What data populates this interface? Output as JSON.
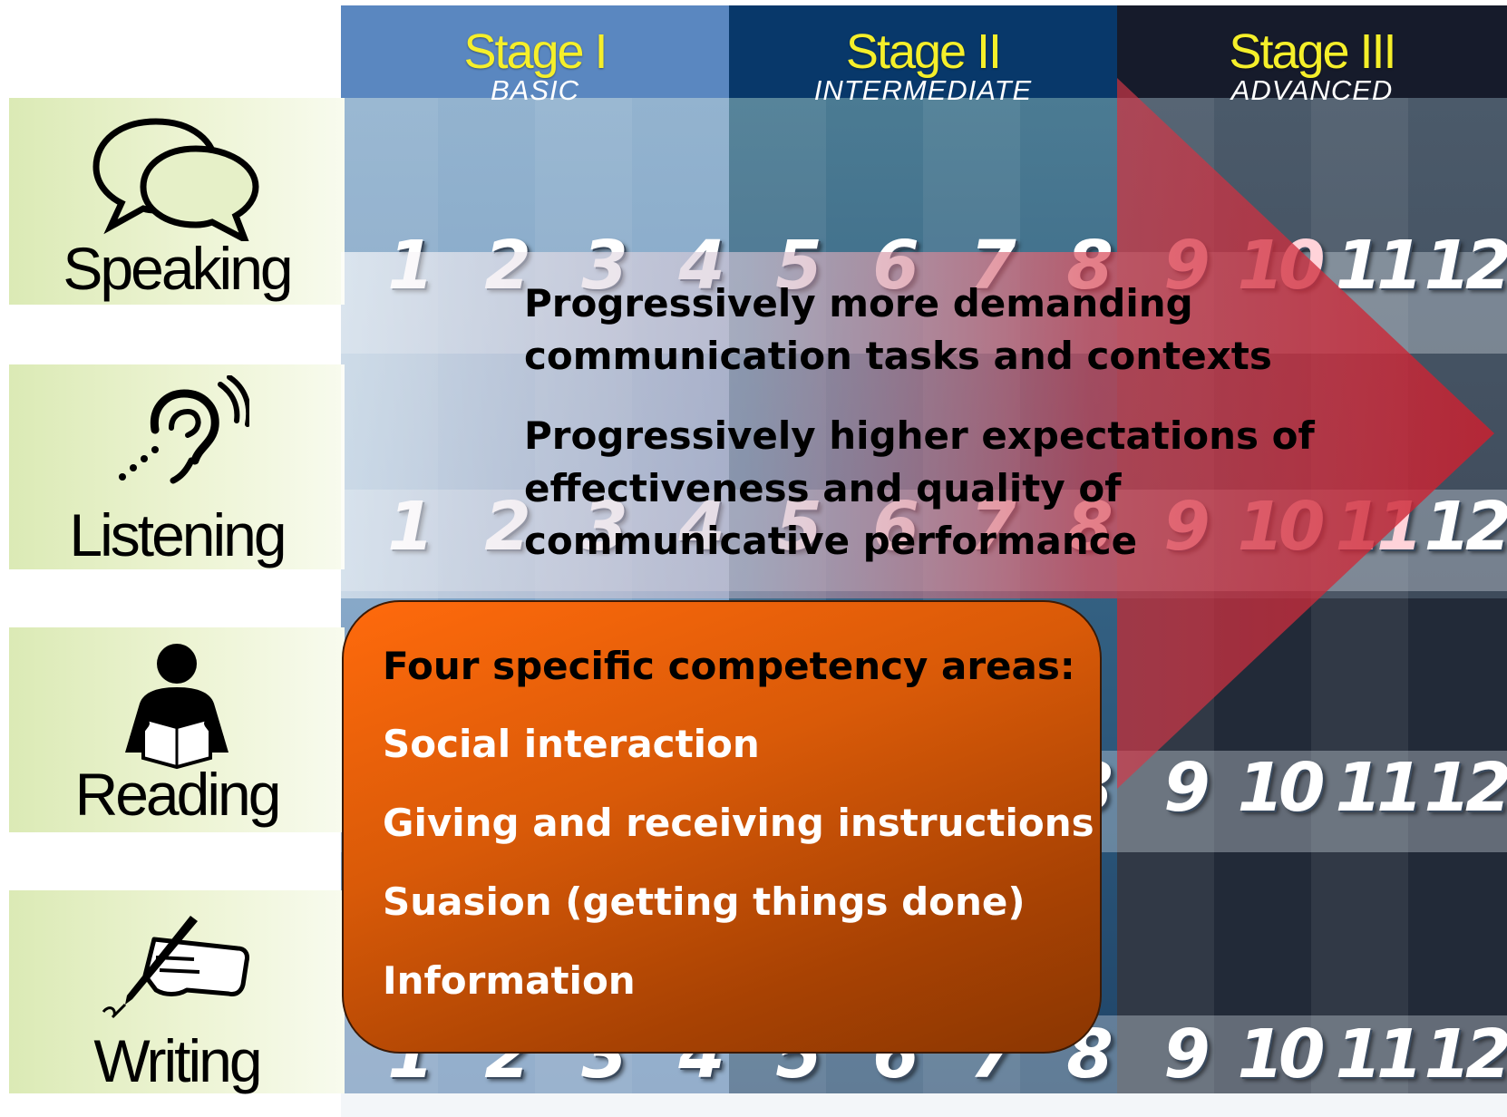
{
  "stages": [
    {
      "title": "Stage I",
      "subtitle": "BASIC"
    },
    {
      "title": "Stage II",
      "subtitle": "INTERMEDIATE"
    },
    {
      "title": "Stage III",
      "subtitle": "ADVANCED"
    }
  ],
  "skills": [
    {
      "label": "Speaking",
      "icon": "speech-bubbles-icon"
    },
    {
      "label": "Listening",
      "icon": "ear-icon"
    },
    {
      "label": "Reading",
      "icon": "reading-person-icon"
    },
    {
      "label": "Writing",
      "icon": "writing-hand-icon"
    }
  ],
  "grades": [
    "1",
    "2",
    "3",
    "4",
    "5",
    "6",
    "7",
    "8",
    "9",
    "10",
    "11",
    "12"
  ],
  "progression": {
    "line1a": "Progressively more demanding",
    "line1b": "communication tasks and contexts",
    "line2a": "Progressively higher expectations of",
    "line2b": "effectiveness and quality of",
    "line2c": "communicative performance"
  },
  "competency": {
    "title": "Four specific competency areas:",
    "items": [
      "Social interaction",
      "Giving and receiving instructions",
      "Suasion (getting things done)",
      "Information"
    ]
  },
  "colors": {
    "stage1": "#5a87c0",
    "stage2": "#08386a",
    "stage3": "#161b2b",
    "stage_title": "#f5ef2a",
    "arrow": "#d22a3a",
    "box": "#e05c08"
  }
}
